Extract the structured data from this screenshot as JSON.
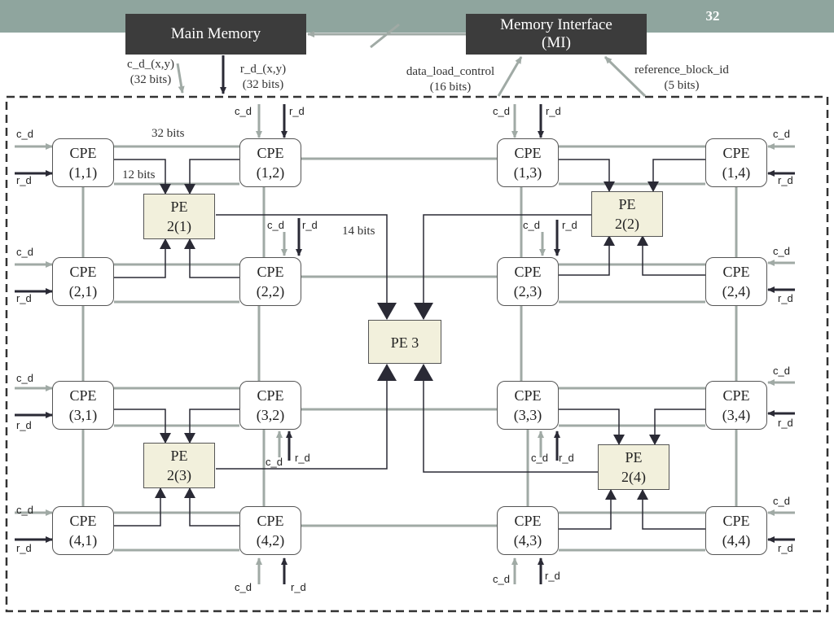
{
  "slide": {
    "page_number": "32",
    "colors": {
      "header_bar": "#8fa59e",
      "memory_box": "#3c3c3c",
      "pe_fill": "#f2f0dc",
      "gray_wire": "#a0aaa5",
      "dark_wire": "#2a2a35"
    }
  },
  "memory": {
    "main_memory": "Main Memory",
    "interface_line1": "Memory Interface",
    "interface_line2": "(MI)"
  },
  "signals": {
    "cd_main_1": "c_d_(x,y)",
    "cd_main_2": "(32 bits)",
    "rd_main_1": "r_d_(x,y)",
    "rd_main_2": "(32 bits)",
    "dlc_1": "data_load_control",
    "dlc_2": "(16 bits)",
    "rbi_1": "reference_block_id",
    "rbi_2": "(5 bits)",
    "bits32": "32 bits",
    "bits12": "12 bits",
    "bits14": "14 bits",
    "c_d": "c_d",
    "r_d": "r_d"
  },
  "cpes": [
    {
      "id": "1_1",
      "name": "CPE",
      "coord": "(1,1)"
    },
    {
      "id": "1_2",
      "name": "CPE",
      "coord": "(1,2)"
    },
    {
      "id": "1_3",
      "name": "CPE",
      "coord": "(1,3)"
    },
    {
      "id": "1_4",
      "name": "CPE",
      "coord": "(1,4)"
    },
    {
      "id": "2_1",
      "name": "CPE",
      "coord": "(2,1)"
    },
    {
      "id": "2_2",
      "name": "CPE",
      "coord": "(2,2)"
    },
    {
      "id": "2_3",
      "name": "CPE",
      "coord": "(2,3)"
    },
    {
      "id": "2_4",
      "name": "CPE",
      "coord": "(2,4)"
    },
    {
      "id": "3_1",
      "name": "CPE",
      "coord": "(3,1)"
    },
    {
      "id": "3_2",
      "name": "CPE",
      "coord": "(3,2)"
    },
    {
      "id": "3_3",
      "name": "CPE",
      "coord": "(3,3)"
    },
    {
      "id": "3_4",
      "name": "CPE",
      "coord": "(3,4)"
    },
    {
      "id": "4_1",
      "name": "CPE",
      "coord": "(4,1)"
    },
    {
      "id": "4_2",
      "name": "CPE",
      "coord": "(4,2)"
    },
    {
      "id": "4_3",
      "name": "CPE",
      "coord": "(4,3)"
    },
    {
      "id": "4_4",
      "name": "CPE",
      "coord": "(4,4)"
    }
  ],
  "pes": {
    "pe2_1": {
      "name": "PE",
      "idx": "2(1)"
    },
    "pe2_2": {
      "name": "PE",
      "idx": "2(2)"
    },
    "pe2_3": {
      "name": "PE",
      "idx": "2(3)"
    },
    "pe2_4": {
      "name": "PE",
      "idx": "2(4)"
    },
    "pe3": {
      "name": "PE 3"
    }
  }
}
